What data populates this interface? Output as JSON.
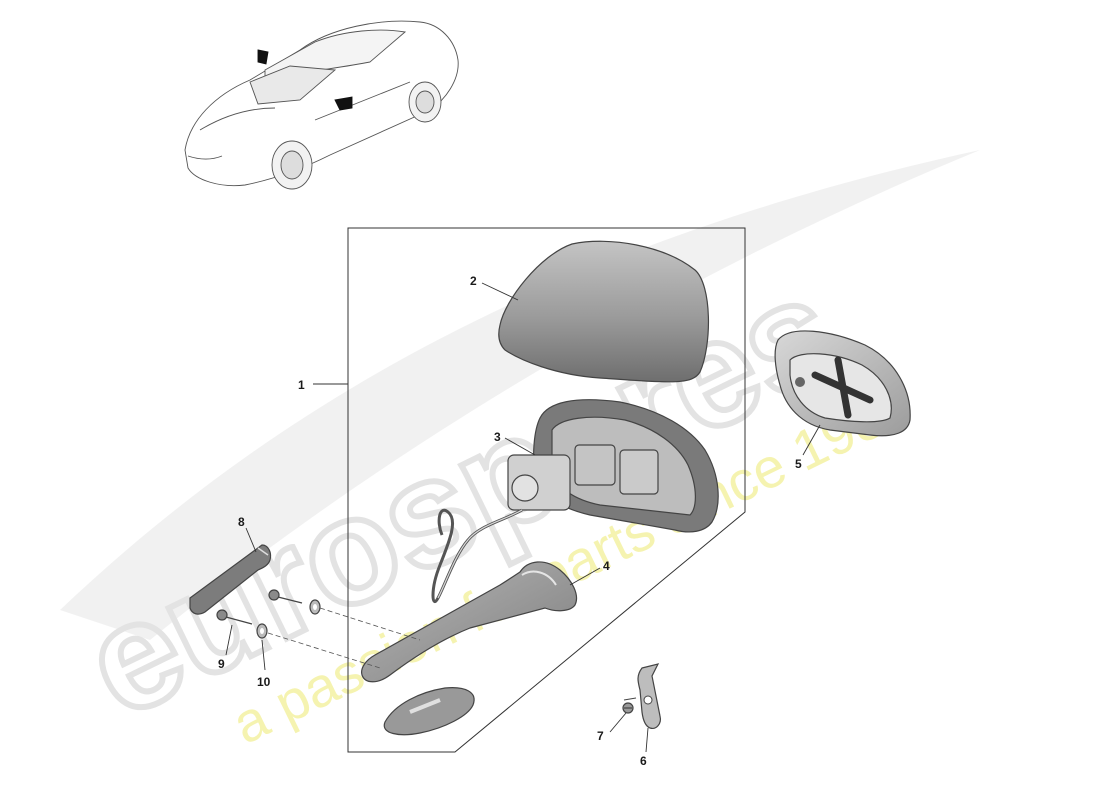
{
  "diagram": {
    "callouts": [
      {
        "id": "1",
        "label": "1"
      },
      {
        "id": "2",
        "label": "2"
      },
      {
        "id": "3",
        "label": "3"
      },
      {
        "id": "4",
        "label": "4"
      },
      {
        "id": "5",
        "label": "5"
      },
      {
        "id": "6",
        "label": "6"
      },
      {
        "id": "7",
        "label": "7"
      },
      {
        "id": "8",
        "label": "8"
      },
      {
        "id": "9",
        "label": "9"
      },
      {
        "id": "10",
        "label": "10"
      }
    ]
  },
  "watermark": {
    "brand": "eurospares",
    "tagline": "a passion for parts since 1985"
  },
  "colors": {
    "line": "#444444",
    "part_fill": "#cfcfcf",
    "watermark_gray": "#e6e6e6",
    "watermark_yellow": "#f4f2a8"
  }
}
